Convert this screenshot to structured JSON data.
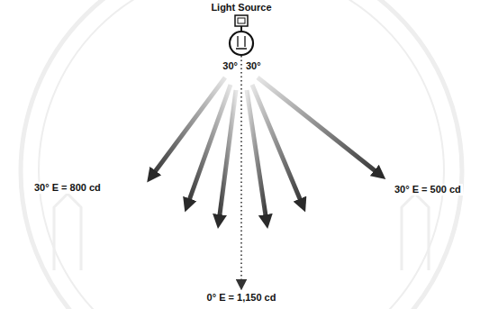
{
  "diagram": {
    "labels": [
      "Light Source",
      "30°",
      "30°",
      "30° E = 800 cd",
      "30° E = 500 cd",
      "0° E = 1,150 cd"
    ]
  }
}
